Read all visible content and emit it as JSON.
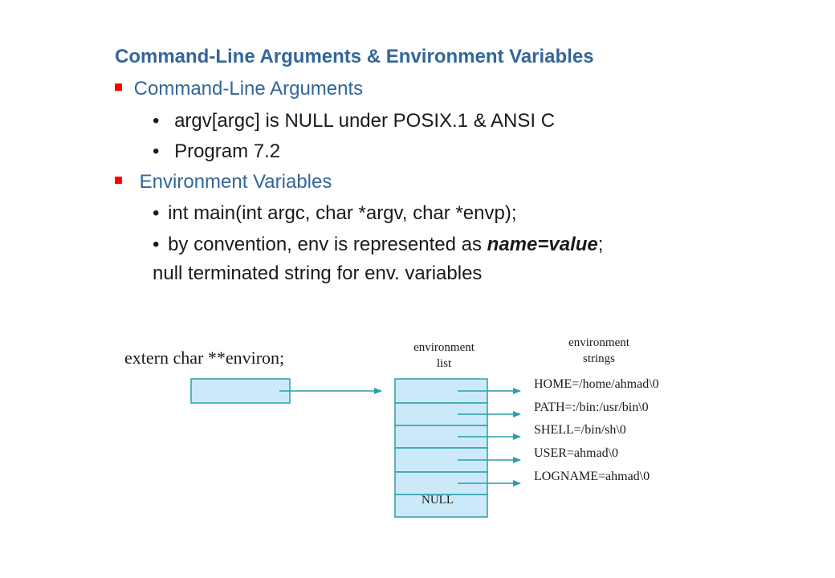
{
  "slide": {
    "title": "Command-Line Arguments & Environment Variables",
    "section1": {
      "heading": "Command-Line Arguments",
      "bullets": [
        "argv[argc] is NULL under POSIX.1 & ANSI C",
        "Program 7.2"
      ]
    },
    "section2": {
      "heading": "Environment Variables",
      "bullet1": "int main(int argc, char *argv, char *envp);",
      "bullet2_prefix": "by convention, env is represented as ",
      "bullet2_emph": "name=value",
      "bullet2_suffix": ";",
      "bullet2_line2": "null terminated string for env. variables"
    }
  },
  "diagram": {
    "extern_label": "extern char **environ;",
    "list_label_line1": "environment",
    "list_label_line2": "list",
    "strings_label_line1": "environment",
    "strings_label_line2": "strings",
    "null_label": "NULL",
    "env_strings": [
      "HOME=/home/ahmad\\0",
      "PATH=:/bin:/usr/bin\\0",
      "SHELL=/bin/sh\\0",
      "USER=ahmad\\0",
      "LOGNAME=ahmad\\0"
    ],
    "colors": {
      "box_fill": "#cce9fa",
      "line_color": "#2a9fa8",
      "text_color": "#1a1a1a"
    }
  }
}
